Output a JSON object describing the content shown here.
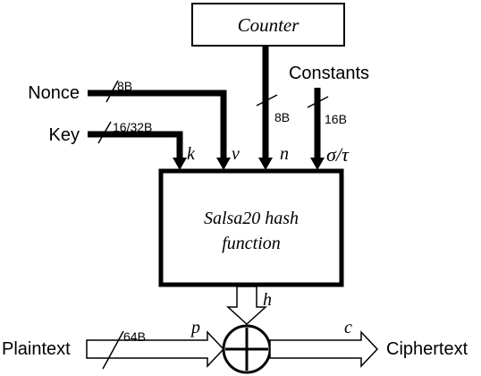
{
  "counter_box": {
    "label": "Counter"
  },
  "inputs": {
    "nonce": {
      "label": "Nonce",
      "width": "8B",
      "port": "v"
    },
    "key": {
      "label": "Key",
      "width": "16/32B",
      "port": "k"
    },
    "counter": {
      "width": "8B",
      "port": "n"
    },
    "constants": {
      "label": "Constants",
      "width": "16B",
      "port": "σ/τ"
    }
  },
  "hash_box": {
    "line1": "Salsa20 hash",
    "line2": "function"
  },
  "hash_output": {
    "port": "h"
  },
  "stream": {
    "plaintext": {
      "label": "Plaintext",
      "width": "64B",
      "port": "p"
    },
    "ciphertext": {
      "label": "Ciphertext",
      "port": "c"
    }
  }
}
